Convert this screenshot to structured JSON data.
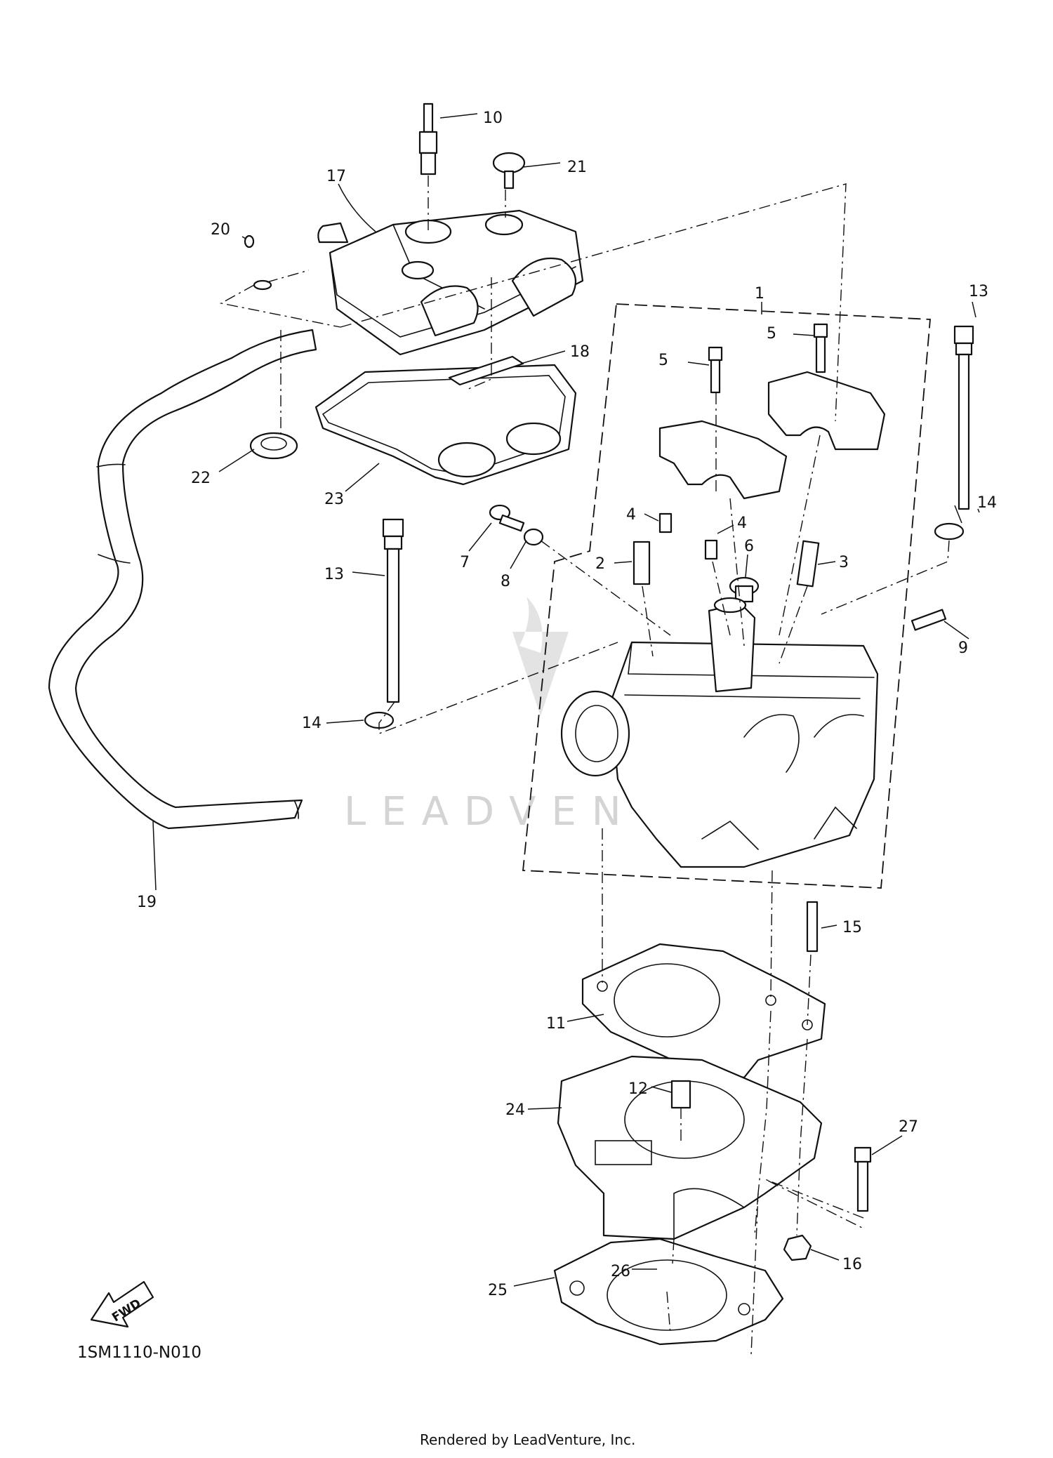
{
  "diagram": {
    "code": "1SM1110-N010",
    "footer": "Rendered by LeadVenture, Inc.",
    "watermark": "LEADVENTURE",
    "fwd_label": "FWD",
    "callouts": [
      {
        "id": "c1",
        "label": "1"
      },
      {
        "id": "c2",
        "label": "2"
      },
      {
        "id": "c3",
        "label": "3"
      },
      {
        "id": "c4a",
        "label": "4"
      },
      {
        "id": "c4b",
        "label": "4"
      },
      {
        "id": "c5a",
        "label": "5"
      },
      {
        "id": "c5b",
        "label": "5"
      },
      {
        "id": "c6",
        "label": "6"
      },
      {
        "id": "c7",
        "label": "7"
      },
      {
        "id": "c8",
        "label": "8"
      },
      {
        "id": "c9",
        "label": "9"
      },
      {
        "id": "c10",
        "label": "10"
      },
      {
        "id": "c11",
        "label": "11"
      },
      {
        "id": "c12",
        "label": "12"
      },
      {
        "id": "c13a",
        "label": "13"
      },
      {
        "id": "c13b",
        "label": "13"
      },
      {
        "id": "c14a",
        "label": "14"
      },
      {
        "id": "c14b",
        "label": "14"
      },
      {
        "id": "c15",
        "label": "15"
      },
      {
        "id": "c16",
        "label": "16"
      },
      {
        "id": "c17",
        "label": "17"
      },
      {
        "id": "c18",
        "label": "18"
      },
      {
        "id": "c19",
        "label": "19"
      },
      {
        "id": "c20",
        "label": "20"
      },
      {
        "id": "c21",
        "label": "21"
      },
      {
        "id": "c22",
        "label": "22"
      },
      {
        "id": "c23",
        "label": "23"
      },
      {
        "id": "c24",
        "label": "24"
      },
      {
        "id": "c25",
        "label": "25"
      },
      {
        "id": "c26",
        "label": "26"
      },
      {
        "id": "c27",
        "label": "27"
      }
    ]
  }
}
